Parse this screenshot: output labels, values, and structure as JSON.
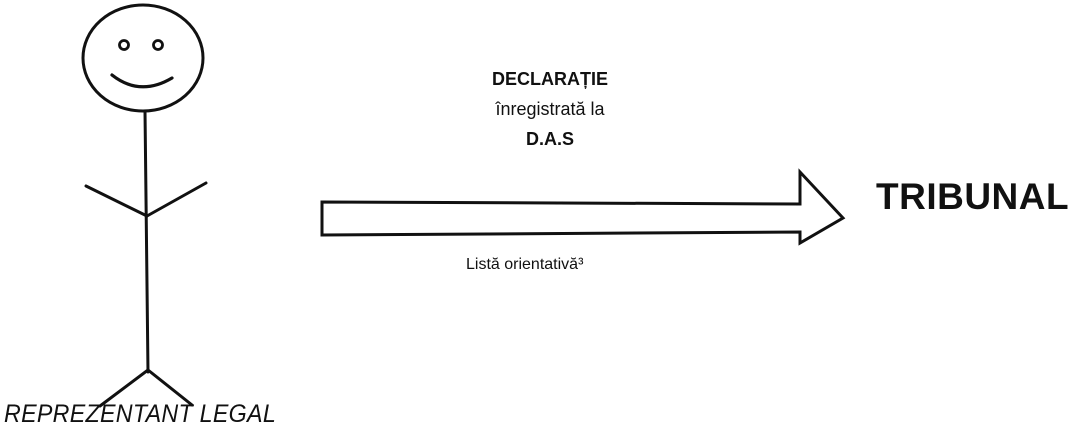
{
  "actor": {
    "label": "REPREZENTANT LEGAL",
    "icon": "stick-figure-icon"
  },
  "declaration": {
    "title": "DECLARAȚIE",
    "line": "înregistrată la",
    "code": "D.A.S"
  },
  "note": {
    "text": "Listă orientativă³"
  },
  "target": {
    "label": "TRIBUNAL"
  },
  "arrow": {
    "icon": "right-arrow-icon"
  },
  "colors": {
    "ink": "#111111",
    "background": "#ffffff"
  }
}
